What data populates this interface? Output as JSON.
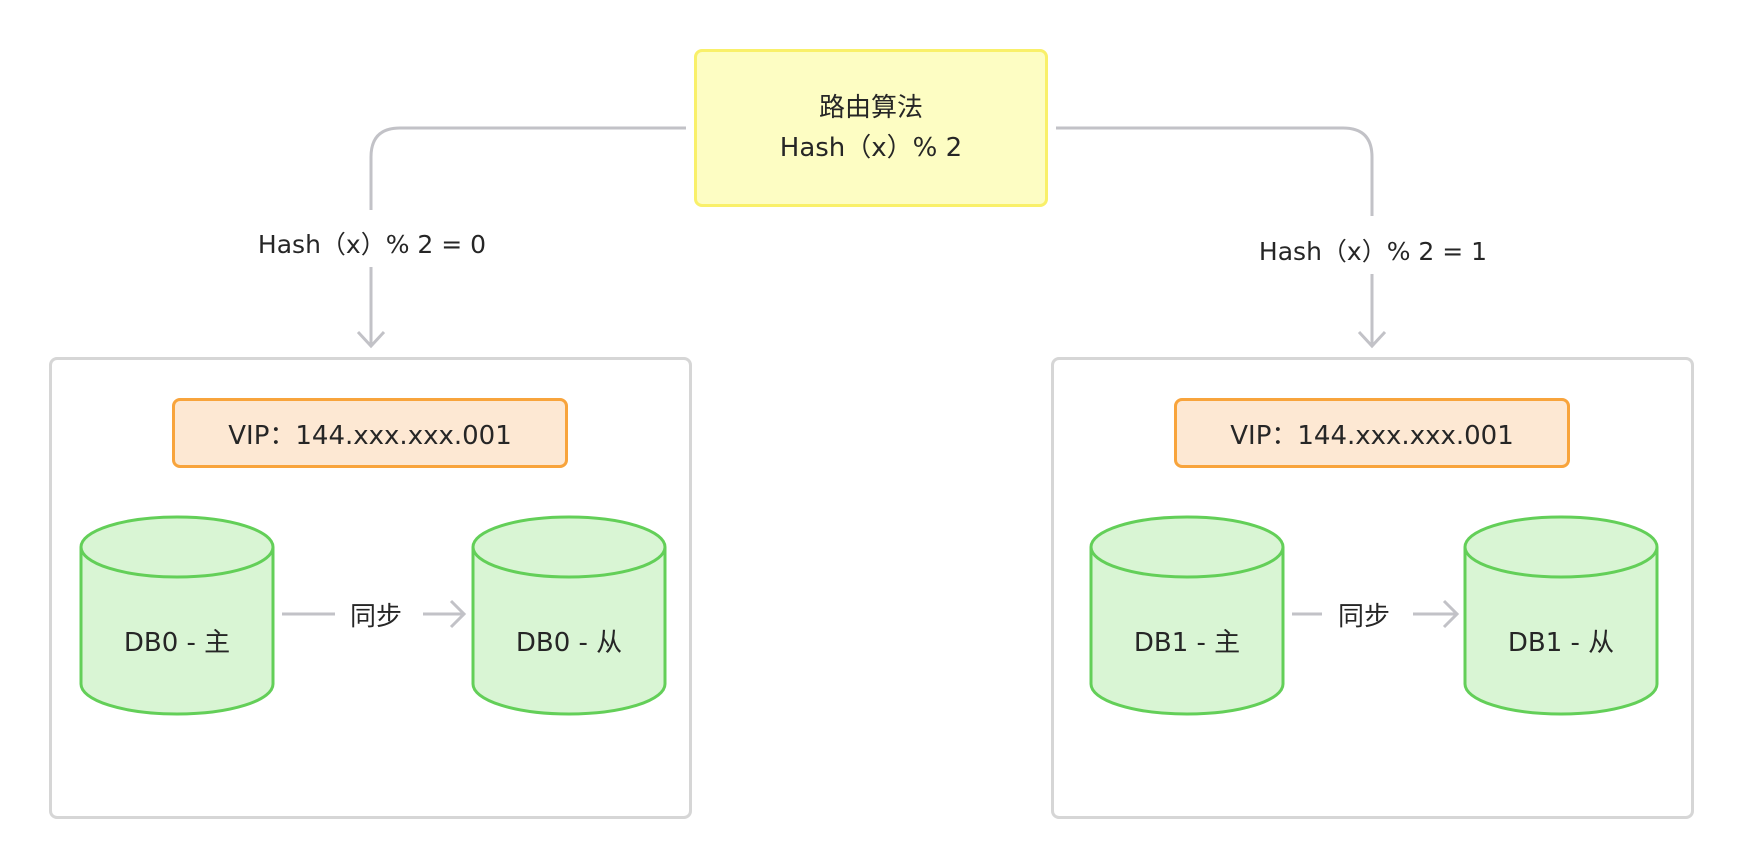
{
  "router": {
    "line1": "路由算法",
    "line2": "Hash（x）% 2"
  },
  "branches": {
    "left": "Hash（x）% 2 = 0",
    "right": "Hash（x）% 2 = 1"
  },
  "groups": [
    {
      "vip": "VIP：144.xxx.xxx.001",
      "master": "DB0 - 主",
      "slave": "DB0 - 从",
      "sync": "同步"
    },
    {
      "vip": "VIP：144.xxx.xxx.001",
      "master": "DB1 - 主",
      "slave": "DB1 - 从",
      "sync": "同步"
    }
  ],
  "colors": {
    "router_fill": "#fdfdc3",
    "router_stroke": "#f9f06a",
    "vip_fill": "#fde8d3",
    "vip_stroke": "#f8a43c",
    "db_fill": "#d9f5d4",
    "db_stroke": "#63cf58",
    "connector": "#c2c2c7"
  }
}
